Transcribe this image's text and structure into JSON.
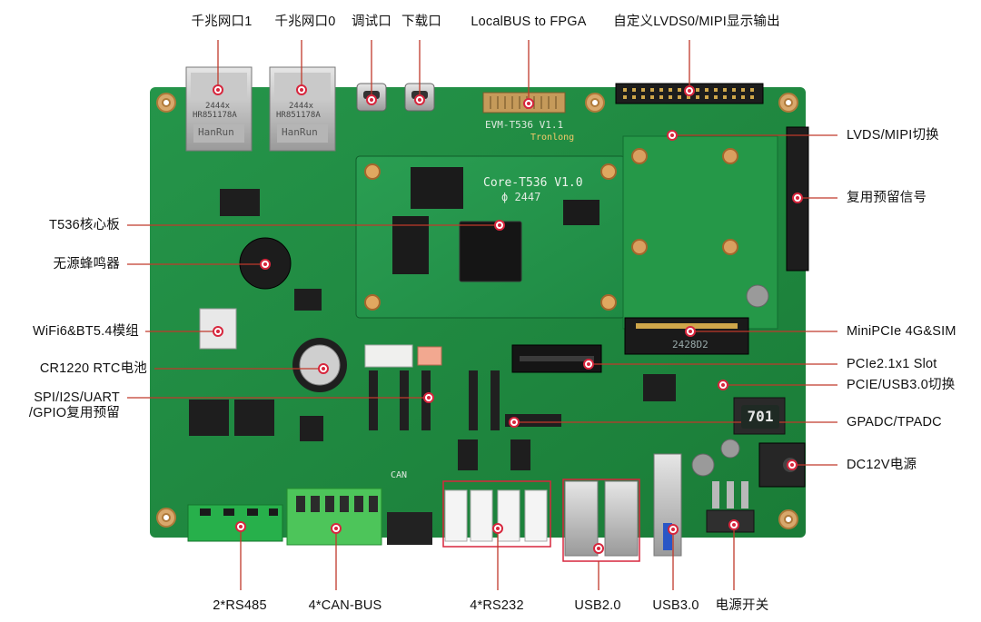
{
  "board": {
    "core_module_label": "Core-T536 V1.0",
    "core_serial": "ϕ 2447",
    "carrier_label": "EVM-T536 V1.1",
    "brand": "Tronlong",
    "jack_brand": "HanRun",
    "jack_model": "HR851178A",
    "jack_code": "2444x",
    "minipcie_code": "2428D2",
    "inductor_code": "701",
    "can_silk": "CAN",
    "colors": {
      "pcb": "#1f8a3e",
      "pcb_dark": "#177031",
      "marker": "#d7263d",
      "leader": "#c0392b"
    }
  },
  "callouts": {
    "top": [
      {
        "text": "千兆网口1"
      },
      {
        "text": "千兆网口0"
      },
      {
        "text": "调试口"
      },
      {
        "text": "下载口"
      },
      {
        "text": "LocalBUS to FPGA"
      },
      {
        "text": "自定义LVDS0/MIPI显示输出"
      }
    ],
    "left": [
      {
        "text": "T536核心板"
      },
      {
        "text": "无源蜂鸣器"
      },
      {
        "text": "WiFi6&BT5.4模组"
      },
      {
        "text": "CR1220 RTC电池"
      },
      {
        "text": "SPI/I2S/UART"
      },
      {
        "text": "/GPIO复用预留"
      }
    ],
    "right": [
      {
        "text": "LVDS/MIPI切换"
      },
      {
        "text": "复用预留信号"
      },
      {
        "text": "MiniPCIe 4G&SIM"
      },
      {
        "text": "PCIe2.1x1 Slot"
      },
      {
        "text": "PCIE/USB3.0切换"
      },
      {
        "text": "GPADC/TPADC"
      },
      {
        "text": "DC12V电源"
      }
    ],
    "bottom": [
      {
        "text": "2*RS485"
      },
      {
        "text": "4*CAN-BUS"
      },
      {
        "text": "4*RS232"
      },
      {
        "text": "USB2.0"
      },
      {
        "text": "USB3.0"
      },
      {
        "text": "电源开关"
      }
    ]
  }
}
